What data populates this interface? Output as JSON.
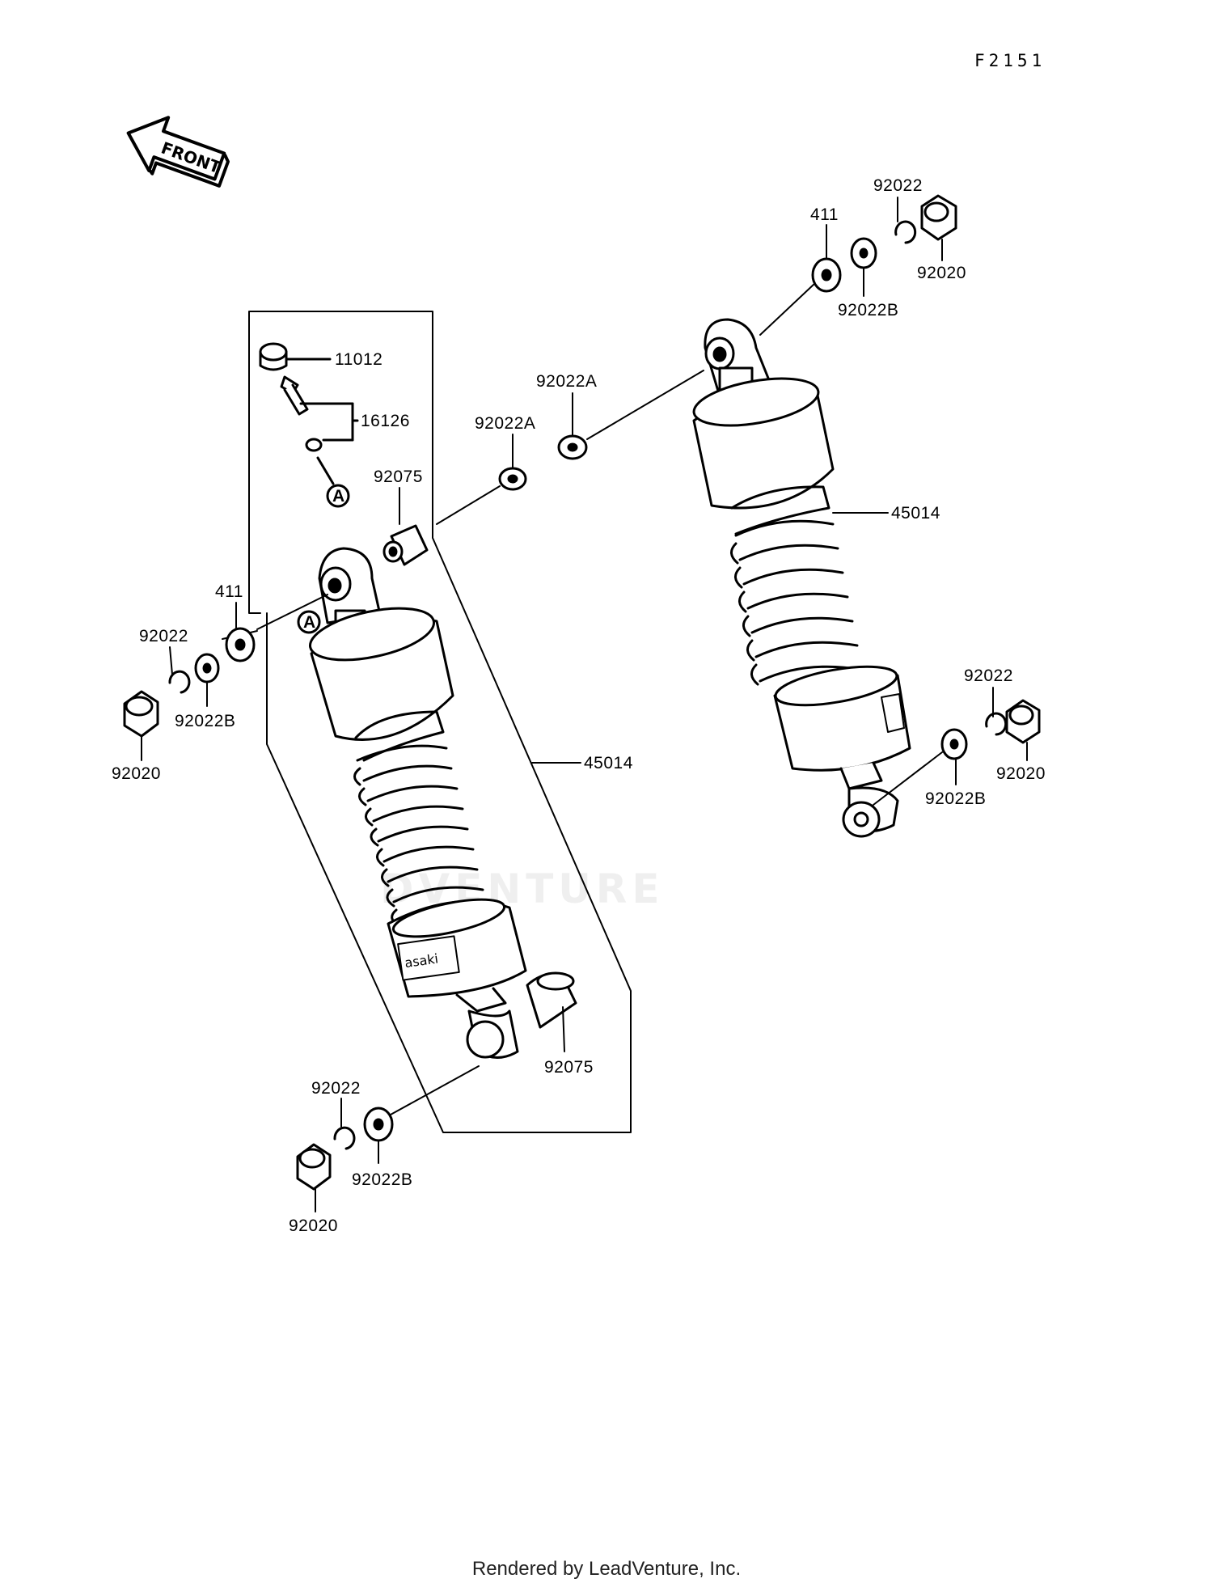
{
  "diagram": {
    "ref_code": "F2151",
    "front_arrow_text": "FRONT",
    "callouts": {
      "p11012": "11012",
      "p16126": "16126",
      "mark_a_upper": "A",
      "mark_a_lower": "A",
      "p92075_upper": "92075",
      "p92075_lower": "92075",
      "p92022a_left": "92022A",
      "p92022a_right": "92022A",
      "p411_left": "411",
      "p92022_left_top": "92022",
      "p92022b_left_top": "92022B",
      "p92020_left_top": "92020",
      "p45014_left": "45014",
      "p92022_left_bottom": "92022",
      "p92022b_left_bottom": "92022B",
      "p92020_left_bottom": "92020",
      "p411_right": "411",
      "p92022_right_top": "92022",
      "p92020_right_top": "92020",
      "p92022b_right_top": "92022B",
      "p45014_right": "45014",
      "p92022_right_bottom": "92022",
      "p92020_right_bottom": "92020",
      "p92022b_right_bottom": "92022B"
    },
    "shock_brand_text": "asaki"
  },
  "watermark": "DVENTURE",
  "footer": "Rendered by LeadVenture, Inc."
}
